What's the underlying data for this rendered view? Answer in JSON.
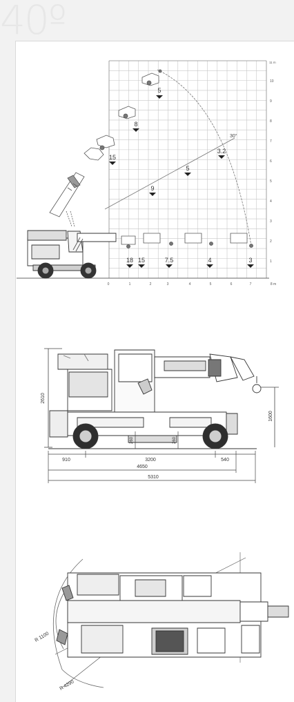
{
  "watermark": {
    "text": "40º"
  },
  "load_chart": {
    "y_axis_top_label": "11 m",
    "y_ticks": [
      "10",
      "9",
      "8",
      "7",
      "6",
      "5",
      "4",
      "3",
      "2",
      "1"
    ],
    "x_ticks": [
      "0",
      "1",
      "2",
      "3",
      "4",
      "5",
      "6",
      "7"
    ],
    "x_axis_end_label": "8 m",
    "angle_label": "30°",
    "loads": [
      {
        "id": "load-5-top",
        "text": "5"
      },
      {
        "id": "load-8",
        "text": "8"
      },
      {
        "id": "load-15",
        "text": "15"
      },
      {
        "id": "load-9",
        "text": "9"
      },
      {
        "id": "load-5-mid",
        "text": "5"
      },
      {
        "id": "load-3-2",
        "text": "3.2"
      },
      {
        "id": "load-18",
        "text": "18"
      },
      {
        "id": "load-15-low",
        "text": "15"
      },
      {
        "id": "load-7-5",
        "text": "7.5"
      },
      {
        "id": "load-4",
        "text": "4"
      },
      {
        "id": "load-3",
        "text": "3"
      }
    ]
  },
  "side_view": {
    "height_total": "2610",
    "hook_height": "1600",
    "clearance_left": "260",
    "clearance_right": "260",
    "front_overhang": "910",
    "wheelbase": "3200",
    "rear_overhang": "540",
    "body_length": "4650",
    "total_length": "5310"
  },
  "top_view": {
    "radius_inner": "R 1100",
    "radius_outer": "R 4290"
  }
}
